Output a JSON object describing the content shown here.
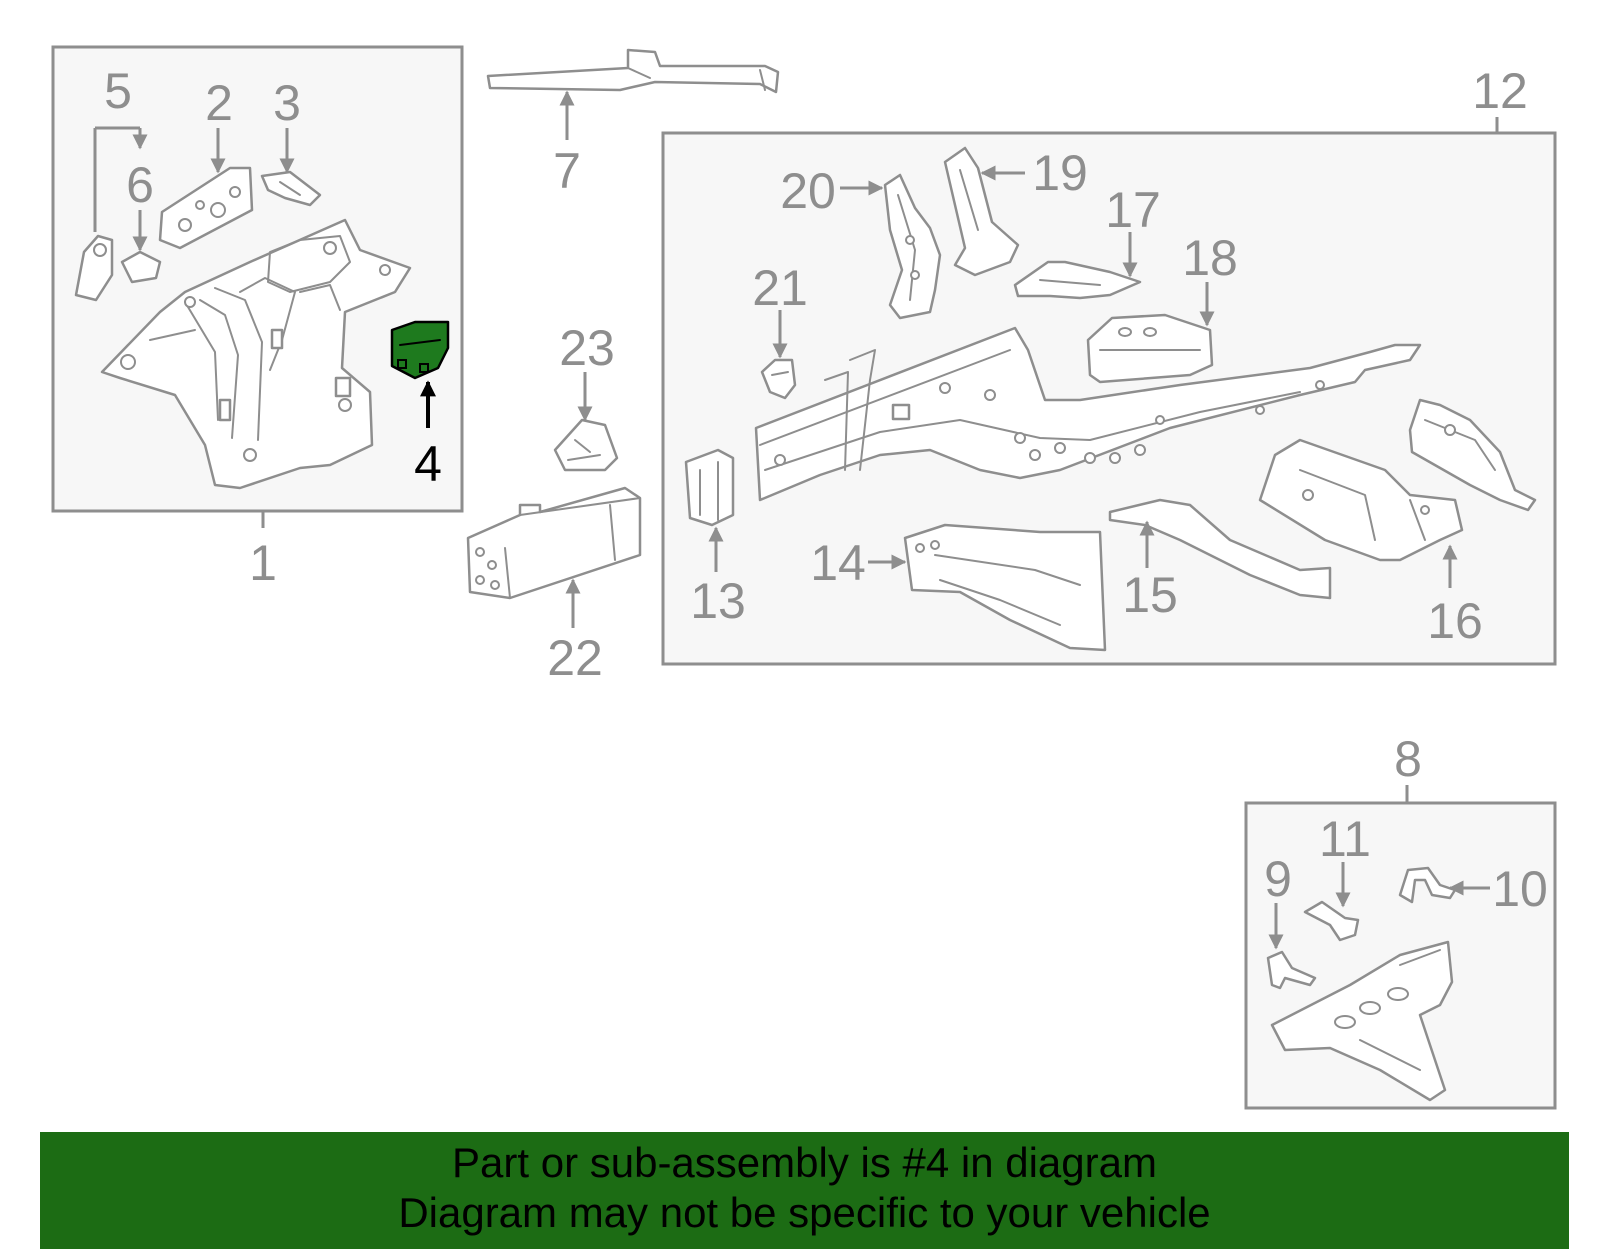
{
  "callouts": {
    "n1": "1",
    "n2": "2",
    "n3": "3",
    "n4": "4",
    "n5": "5",
    "n6": "6",
    "n7": "7",
    "n8": "8",
    "n9": "9",
    "n10": "10",
    "n11": "11",
    "n12": "12",
    "n13": "13",
    "n14": "14",
    "n15": "15",
    "n16": "16",
    "n17": "17",
    "n18": "18",
    "n19": "19",
    "n20": "20",
    "n21": "21",
    "n22": "22",
    "n23": "23"
  },
  "highlight": {
    "part": "4",
    "color": "#1e7a1e"
  },
  "footer": {
    "background": "#1c6c14",
    "line1": "Part or sub-assembly is #4 in diagram",
    "line2": "Diagram may not be specific to your vehicle"
  }
}
